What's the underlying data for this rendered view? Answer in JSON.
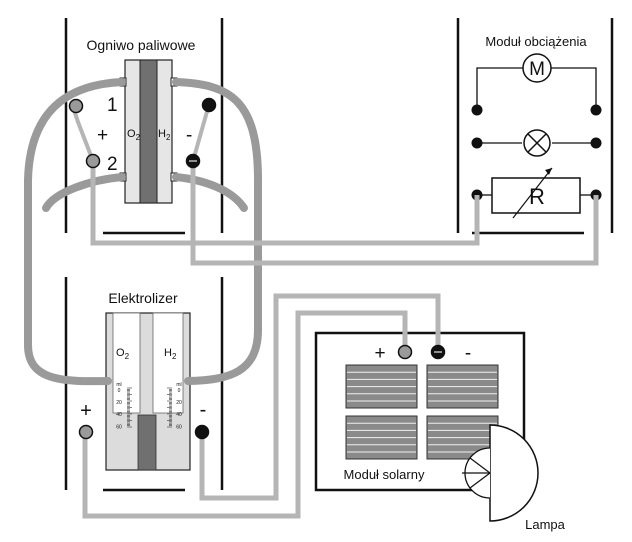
{
  "fuel_cell": {
    "title": "Ogniwo paliwowe",
    "port_1": "1",
    "port_2": "2",
    "plus": "+",
    "minus": "-",
    "o2": "O",
    "o2_sub": "2",
    "h2": "H",
    "h2_sub": "2"
  },
  "load_module": {
    "title": "Moduł obciążenia",
    "motor": "M",
    "resistor": "R"
  },
  "electrolyzer": {
    "title": "Elektrolizer",
    "o2": "O",
    "o2_sub": "2",
    "h2": "H",
    "h2_sub": "2",
    "plus": "+",
    "minus": "-",
    "scale_unit": "ml",
    "scale_ticks": [
      "0",
      "20",
      "40",
      "60"
    ]
  },
  "solar_module": {
    "title": "Moduł solarny",
    "plus": "+",
    "minus": "-"
  },
  "lamp": {
    "label": "Lampa"
  },
  "colors": {
    "hose": "#9a9a9a",
    "wire": "#b5b5b5",
    "frame": "#111111",
    "cell_dark": "#707070",
    "cell_light": "#dcdcdc",
    "panel": "#8a8a8a"
  }
}
